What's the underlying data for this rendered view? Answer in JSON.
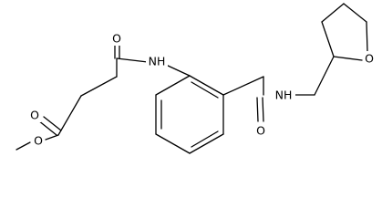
{
  "molecule": {
    "atom_labels": {
      "ester_ether_o": "O",
      "ester_carbonyl_o": "O",
      "anilide_carbonyl_o": "O",
      "anilide_nh": "NH",
      "benzamide_carbonyl_o": "O",
      "benzamide_nh": "NH",
      "thf_ring_o": "O"
    }
  }
}
